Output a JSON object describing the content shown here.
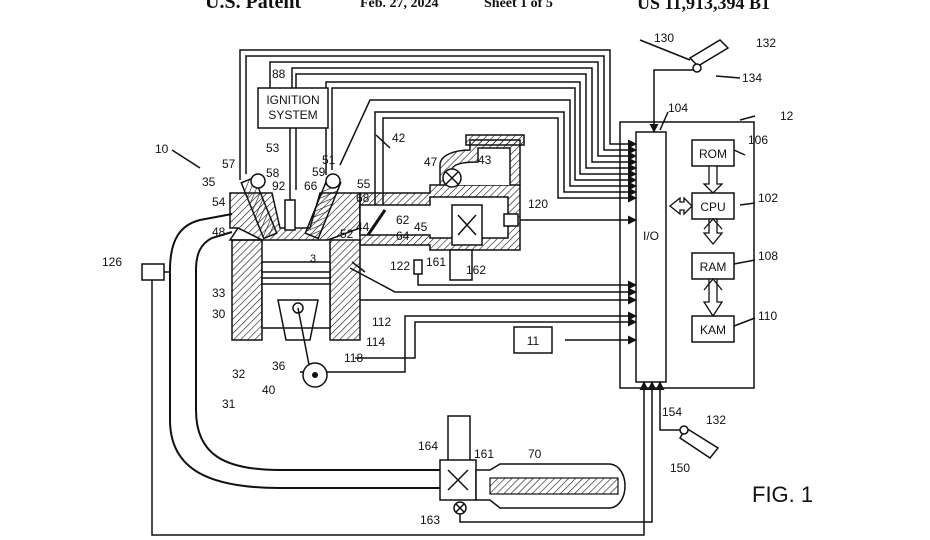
{
  "header": {
    "title": "U.S. Patent",
    "date": "Feb. 27, 2024",
    "sheet": "Sheet 1 of 5",
    "patent_number": "US 11,913,394 B1"
  },
  "figure_label": "FIG. 1",
  "boxes": {
    "ignition_line1": "IGNITION",
    "ignition_line2": "SYSTEM",
    "io": "I/O",
    "rom": "ROM",
    "cpu": "CPU",
    "ram": "RAM",
    "kam": "KAM",
    "sensor": "11"
  },
  "refs": {
    "r10": "10",
    "r12": "12",
    "r30": "30",
    "r31": "31",
    "r32": "32",
    "r33": "33",
    "r35": "35",
    "r36": "36",
    "r40": "40",
    "r42": "42",
    "r43": "43",
    "r44": "44",
    "r45": "45",
    "r47": "47",
    "r48": "48",
    "r51": "51",
    "r52": "52",
    "r53": "53",
    "r54": "54",
    "r55": "55",
    "r57": "57",
    "r58": "58",
    "r59": "59",
    "r62": "62",
    "r64": "64",
    "r66": "66",
    "r68": "68",
    "r70": "70",
    "r88": "88",
    "r92": "92",
    "r102": "102",
    "r104": "104",
    "r106": "106",
    "r108": "108",
    "r110": "110",
    "r112": "112",
    "r114": "114",
    "r118": "118",
    "r120": "120",
    "r122": "122",
    "r126": "126",
    "r130": "130",
    "r132a": "132",
    "r132b": "132",
    "r134": "134",
    "r150": "150",
    "r154": "154",
    "r161a": "161",
    "r161b": "161",
    "r162": "162",
    "r163": "163",
    "r164": "164"
  }
}
